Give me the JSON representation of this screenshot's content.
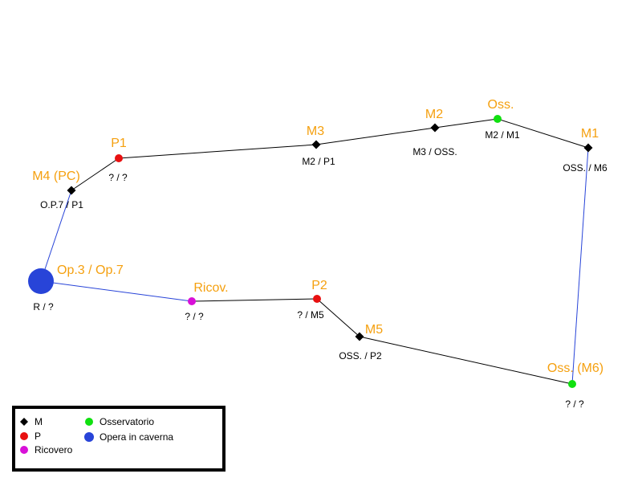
{
  "colors": {
    "name_label": "#f5a00f",
    "edge_black": "#000000",
    "edge_blue": "#2844d8",
    "type_M": "#000000",
    "type_P": "#e81010",
    "type_O": "#10e010",
    "type_R": "#d810d8",
    "type_C": "#2844d8"
  },
  "nodes": [
    {
      "id": "op3",
      "type": "C",
      "name": "Op.3 / Op.7",
      "sub": "R / ?"
    },
    {
      "id": "m4",
      "type": "M",
      "name": "M4 (PC)",
      "sub": "O.P.7 / P1"
    },
    {
      "id": "p1",
      "type": "P",
      "name": "P1",
      "sub": "? / ?"
    },
    {
      "id": "m3",
      "type": "M",
      "name": "M3",
      "sub": "M2 / P1"
    },
    {
      "id": "m2",
      "type": "M",
      "name": "M2",
      "sub": "M3 / OSS."
    },
    {
      "id": "oss",
      "type": "O",
      "name": "Oss.",
      "sub": "M2 / M1"
    },
    {
      "id": "m1",
      "type": "M",
      "name": "M1",
      "sub": "OSS. / M6"
    },
    {
      "id": "oss6",
      "type": "O",
      "name": "Oss. (M6)",
      "sub": "? / ?"
    },
    {
      "id": "m5",
      "type": "M",
      "name": "M5",
      "sub": "OSS. / P2"
    },
    {
      "id": "p2",
      "type": "P",
      "name": "P2",
      "sub": "? / M5"
    },
    {
      "id": "ricov",
      "type": "R",
      "name": "Ricov.",
      "sub": "? / ?"
    }
  ],
  "edges": [
    {
      "from": "op3",
      "to": "m4",
      "color": "edge_blue"
    },
    {
      "from": "m4",
      "to": "p1",
      "color": "edge_black"
    },
    {
      "from": "p1",
      "to": "m3",
      "color": "edge_black"
    },
    {
      "from": "m3",
      "to": "m2",
      "color": "edge_black"
    },
    {
      "from": "m2",
      "to": "oss",
      "color": "edge_black"
    },
    {
      "from": "oss",
      "to": "m1",
      "color": "edge_black"
    },
    {
      "from": "m1",
      "to": "oss6",
      "color": "edge_blue"
    },
    {
      "from": "oss6",
      "to": "m5",
      "color": "edge_black"
    },
    {
      "from": "m5",
      "to": "p2",
      "color": "edge_black"
    },
    {
      "from": "p2",
      "to": "ricov",
      "color": "edge_black"
    },
    {
      "from": "ricov",
      "to": "op3",
      "color": "edge_blue"
    }
  ],
  "legend": {
    "items": [
      {
        "type": "M",
        "label": "M",
        "icon": "diamond-icon"
      },
      {
        "type": "P",
        "label": "P",
        "icon": "dot-icon"
      },
      {
        "type": "R",
        "label": "Ricovero",
        "icon": "dot-icon"
      },
      {
        "type": "O",
        "label": "Osservatorio",
        "icon": "dot-icon"
      },
      {
        "type": "C",
        "label": "Opera in caverna",
        "icon": "dot-icon"
      }
    ]
  }
}
